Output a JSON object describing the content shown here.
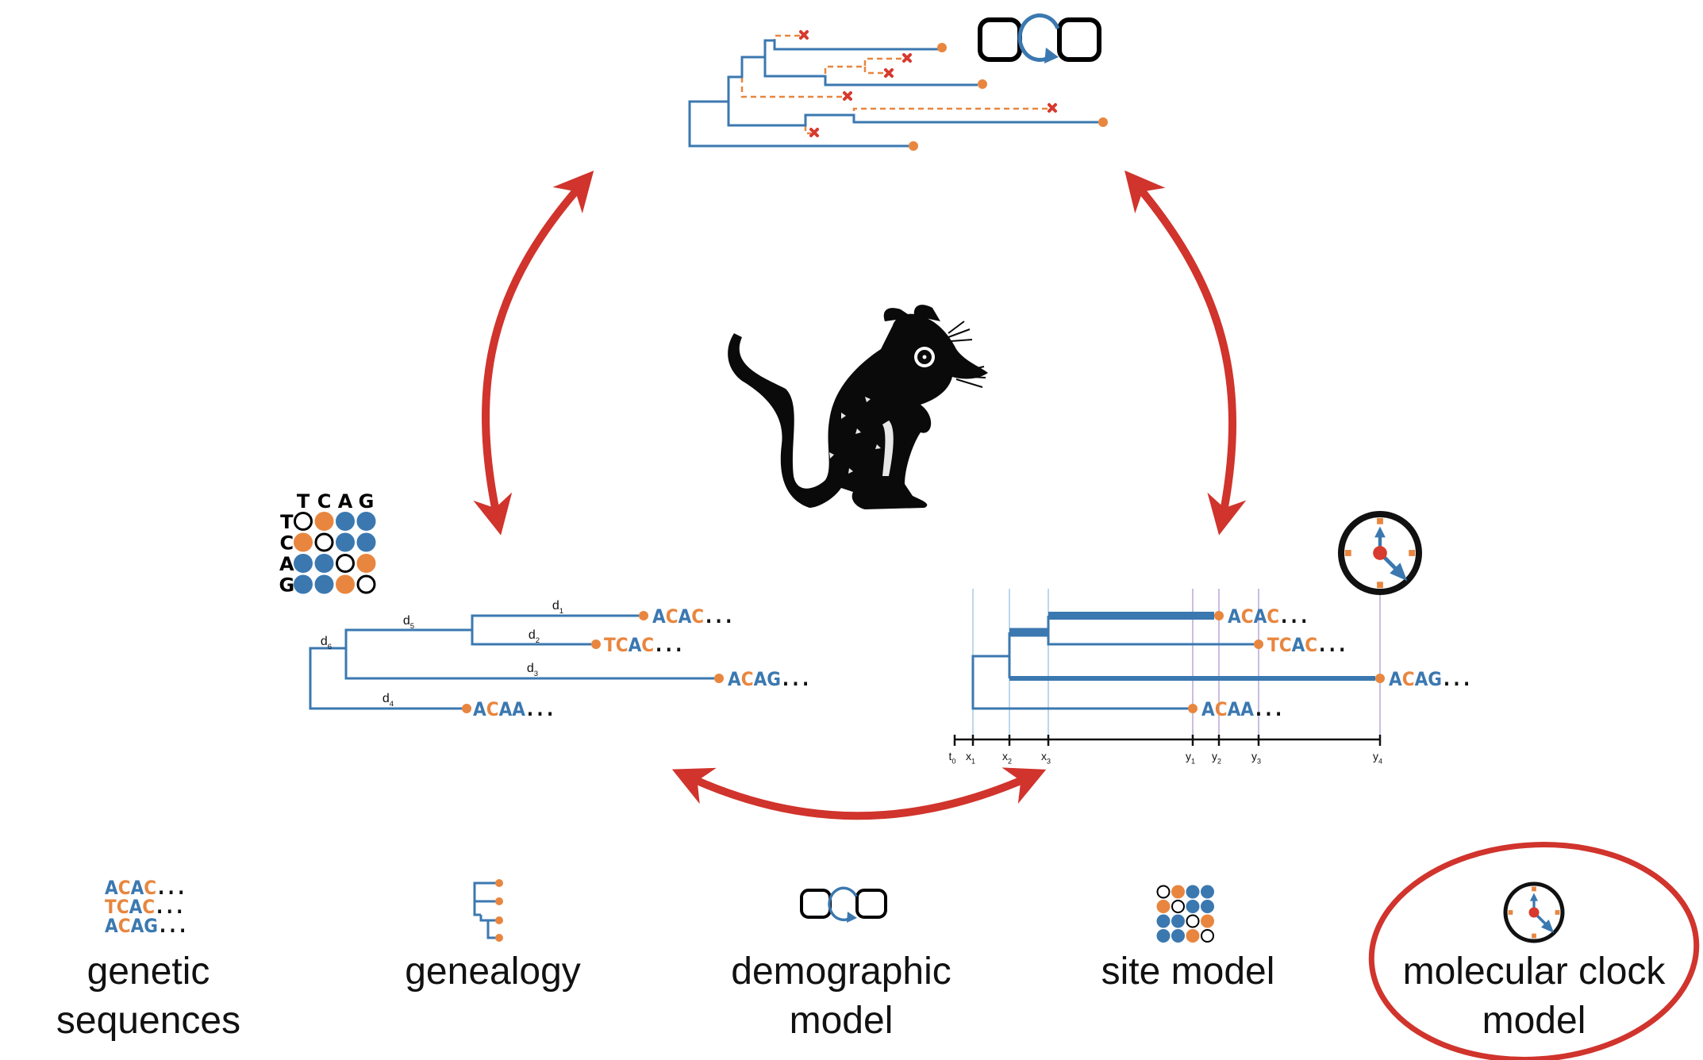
{
  "colors": {
    "blue": "#3b78b0",
    "orange": "#e8863f",
    "red": "#d0342c",
    "black": "#111111",
    "guide_blue": "#a9cbe3",
    "guide_purple": "#b9a8d6"
  },
  "center_image": {
    "icon": "mouse-silhouette"
  },
  "top_panel": {
    "name": "genealogy-with-demography",
    "tips": 4,
    "extinct_lineages": 6,
    "icon": "demographic-model-icon"
  },
  "left_panel": {
    "name": "site-model-tree",
    "matrix": {
      "bases": [
        "T",
        "C",
        "A",
        "G"
      ],
      "cells": [
        [
          "empty",
          "orange",
          "blue",
          "blue"
        ],
        [
          "orange",
          "empty",
          "blue",
          "blue"
        ],
        [
          "blue",
          "blue",
          "empty",
          "orange"
        ],
        [
          "blue",
          "blue",
          "orange",
          "empty"
        ]
      ]
    },
    "branch_labels": [
      {
        "base": "d",
        "sub": "1"
      },
      {
        "base": "d",
        "sub": "2"
      },
      {
        "base": "d",
        "sub": "3"
      },
      {
        "base": "d",
        "sub": "4"
      },
      {
        "base": "d",
        "sub": "5"
      },
      {
        "base": "d",
        "sub": "6"
      }
    ],
    "sequences": [
      "ACAC",
      "TCAC",
      "ACAG",
      "ACAA"
    ]
  },
  "right_panel": {
    "name": "clock-tree",
    "axis_labels": [
      {
        "base": "t",
        "sub": "0"
      },
      {
        "base": "x",
        "sub": "1"
      },
      {
        "base": "x",
        "sub": "2"
      },
      {
        "base": "x",
        "sub": "3"
      },
      {
        "base": "y",
        "sub": "1"
      },
      {
        "base": "y",
        "sub": "2"
      },
      {
        "base": "y",
        "sub": "3"
      },
      {
        "base": "y",
        "sub": "4"
      }
    ],
    "sequences": [
      "ACAC",
      "TCAC",
      "ACAG",
      "ACAA"
    ],
    "icon": "clock-icon"
  },
  "sequence_suffix": "...",
  "legend": [
    {
      "id": "genetic-sequences",
      "lines": [
        "genetic",
        "sequences"
      ],
      "sequences": [
        "ACAC",
        "TCAC",
        "ACAG"
      ],
      "highlighted": false
    },
    {
      "id": "genealogy",
      "lines": [
        "genealogy"
      ],
      "highlighted": false
    },
    {
      "id": "demographic-model",
      "lines": [
        "demographic",
        "model"
      ],
      "highlighted": false
    },
    {
      "id": "site-model",
      "lines": [
        "site model"
      ],
      "highlighted": false
    },
    {
      "id": "molecular-clock-model",
      "lines": [
        "molecular clock",
        "model"
      ],
      "highlighted": true
    }
  ]
}
